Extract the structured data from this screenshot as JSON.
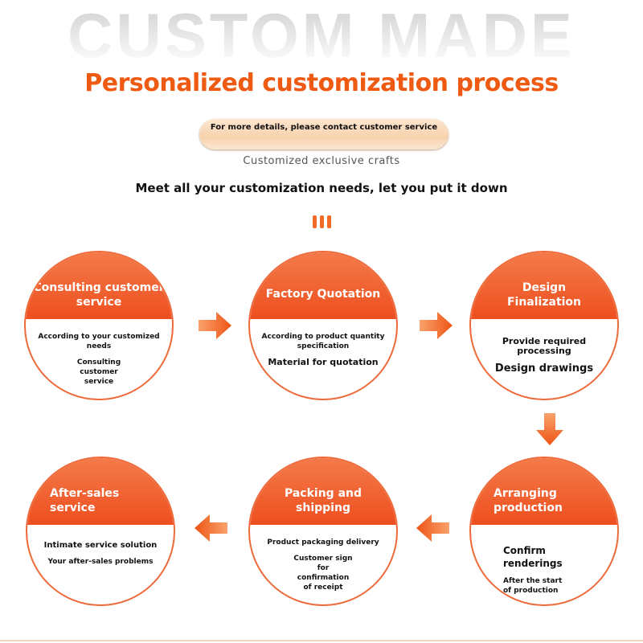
{
  "header": {
    "bg_title": "CUSTOM MADE",
    "title": "Personalized customization process",
    "contact_button": "For more details, please contact customer service",
    "subtitle": "Customized exclusive crafts",
    "tagline": "Meet all your customization needs, let you put it down"
  },
  "steps": [
    {
      "title": "Consulting customer service",
      "lines": [
        "According to your customized needs",
        "Consulting customer service"
      ]
    },
    {
      "title": "Factory Quotation",
      "lines": [
        "According to product quantity specification",
        "Material for quotation"
      ]
    },
    {
      "title": "Design Finalization",
      "lines": [
        "Provide required processing",
        "Design drawings"
      ]
    },
    {
      "title": "Arranging production",
      "lines": [
        "Confirm renderings",
        "After the start of production"
      ]
    },
    {
      "title": "Packing and shipping",
      "lines": [
        "Product packaging delivery",
        "Customer sign for confirmation of receipt"
      ]
    },
    {
      "title": "After-sales service",
      "lines": [
        "Intimate service solution",
        "Your after-sales problems"
      ]
    }
  ],
  "colors": {
    "accent": "#ef5a12"
  }
}
